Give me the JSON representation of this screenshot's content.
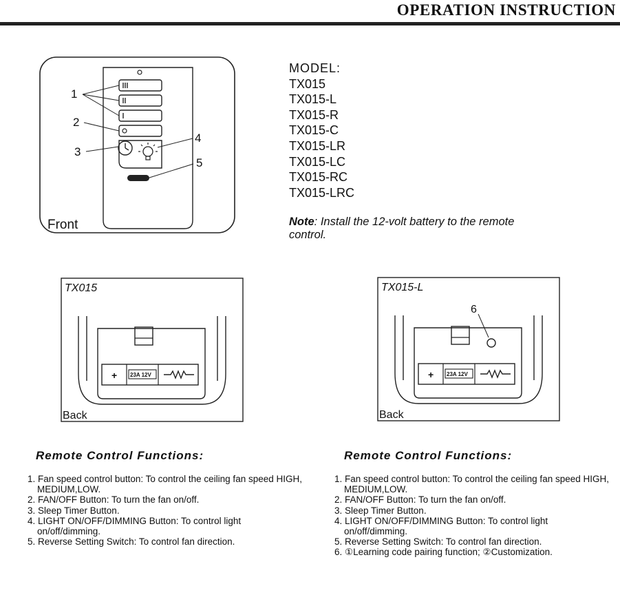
{
  "header": {
    "title": "OPERATION INSTRUCTION"
  },
  "front_figure": {
    "caption": "Front",
    "callouts": [
      "1",
      "2",
      "3",
      "4",
      "5"
    ]
  },
  "models": {
    "heading": "MODEL:",
    "items": [
      "TX015",
      "TX015-L",
      "TX015-R",
      "TX015-C",
      "TX015-LR",
      "TX015-LC",
      "TX015-RC",
      "TX015-LRC"
    ]
  },
  "note": {
    "label": "Note",
    "text": ": Install the 12-volt battery to the remote control."
  },
  "back_left": {
    "model": "TX015",
    "caption": "Back",
    "battery_label": "23A 12V"
  },
  "back_right": {
    "model": "TX015-L",
    "caption": "Back",
    "callout": "6",
    "battery_label": "23A 12V"
  },
  "functions_left": {
    "title": "Remote Control Functions:",
    "items": [
      "1. Fan speed control button: To control the ceiling fan speed HIGH, MEDIUM,LOW.",
      "2. FAN/OFF Button: To turn the fan on/off.",
      "3. Sleep Timer Button.",
      "4. LIGHT ON/OFF/DIMMING Button: To control light on/off/dimming.",
      "5. Reverse Setting Switch: To control fan direction."
    ]
  },
  "functions_right": {
    "title": "Remote Control Functions:",
    "items": [
      "1. Fan speed control button: To control the ceiling fan speed HIGH, MEDIUM,LOW.",
      "2. FAN/OFF Button: To turn the fan on/off.",
      "3. Sleep Timer Button.",
      "4. LIGHT ON/OFF/DIMMING Button: To control light on/off/dimming.",
      "5. Reverse Setting Switch: To control fan direction.",
      "6. ①Learning code pairing function; ②Customization."
    ]
  }
}
